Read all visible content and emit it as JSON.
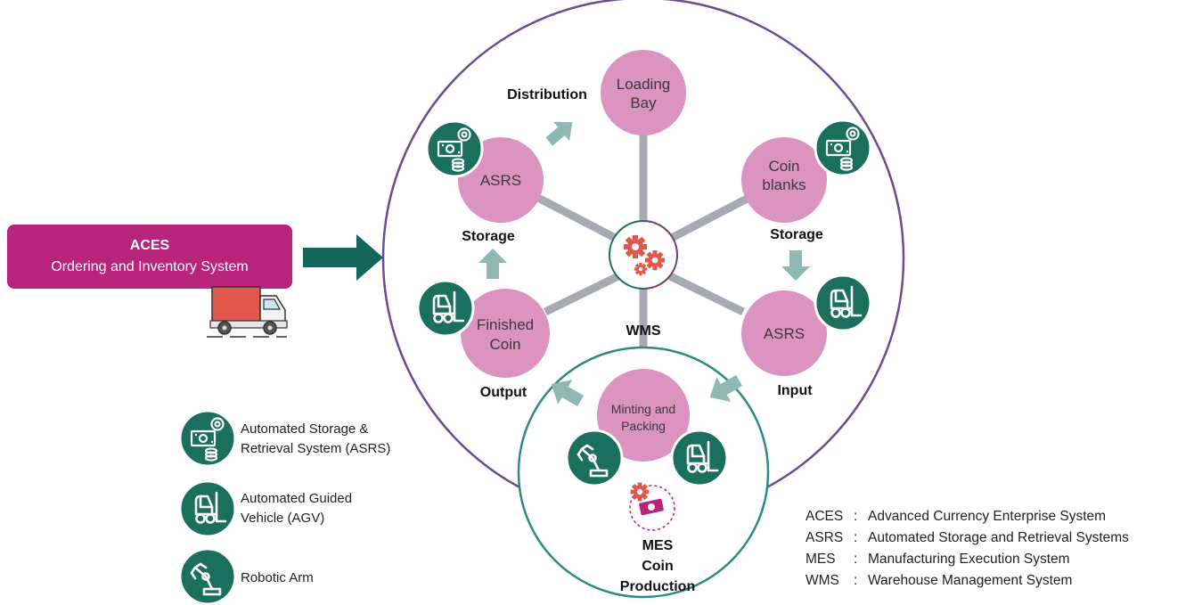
{
  "aces_box": {
    "title": "ACES",
    "subtitle": "Ordering and Inventory System"
  },
  "hub": {
    "label": "WMS"
  },
  "nodes": {
    "loading_bay": [
      "Loading",
      "Bay"
    ],
    "asrs_storage": [
      "ASRS"
    ],
    "coin_blanks": [
      "Coin",
      "blanks"
    ],
    "finished_coin": [
      "Finished",
      "Coin"
    ],
    "asrs_input": [
      "ASRS"
    ],
    "minting": [
      "Minting and",
      "Packing"
    ]
  },
  "stage_labels": {
    "distribution": "Distribution",
    "storage_left": "Storage",
    "storage_right": "Storage",
    "output": "Output",
    "input": "Input"
  },
  "mes": {
    "title": "MES",
    "subtitle_line1": "Coin",
    "subtitle_line2": "Production"
  },
  "legend": [
    {
      "icon": "asrs-icon",
      "lines": [
        "Automated Storage &",
        "Retrieval System (ASRS)"
      ]
    },
    {
      "icon": "forklift-icon",
      "lines": [
        "Automated Guided",
        "Vehicle (AGV)"
      ]
    },
    {
      "icon": "robotic-arm-icon",
      "lines": [
        "Robotic Arm"
      ]
    }
  ],
  "abbreviations": [
    {
      "abbr": "ACES",
      "definition": "Advanced Currency Enterprise System"
    },
    {
      "abbr": "ASRS",
      "definition": "Automated Storage and Retrieval Systems"
    },
    {
      "abbr": "MES",
      "definition": "Manufacturing Execution System"
    },
    {
      "abbr": "WMS",
      "definition": "Warehouse Management System"
    }
  ],
  "colors": {
    "aces_magenta": "#b8237c",
    "node_pink": "#db93bf",
    "icon_teal": "#1b6f5d",
    "arrow_dark_teal": "#12675a",
    "arrow_light": "#8fb8b2",
    "spoke_gray": "#a7a9b3",
    "outer_circle": "#6a4c93",
    "mes_circle": "#2e8a7c",
    "gear_red": "#e2574c"
  }
}
